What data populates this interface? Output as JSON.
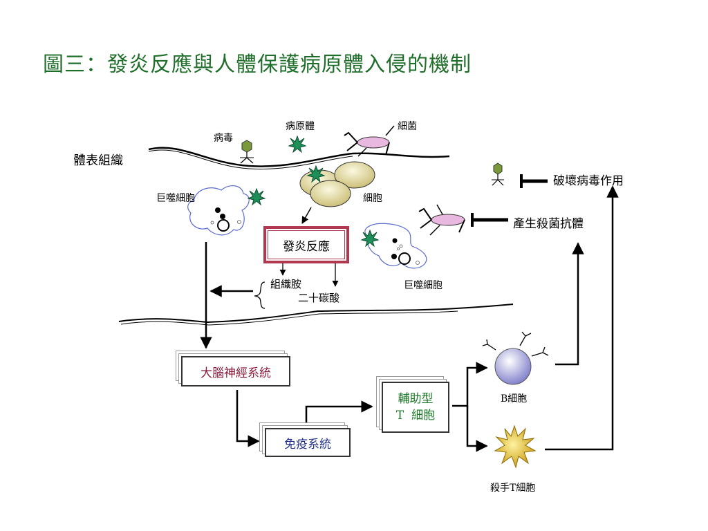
{
  "title": "圖三：發炎反應與人體保護病原體入侵的機制",
  "labels": {
    "body_tissue": "體表組織",
    "virus": "病毒",
    "pathogen": "病原體",
    "bacteria": "細菌",
    "cells": "細胞",
    "macrophage_left": "巨噬細胞",
    "macrophage_right": "巨噬細胞",
    "inflammation": "發炎反應",
    "histamine": "組織胺",
    "eicosanoid": "二十碳酸",
    "brain_nervous_system": "大腦神經系統",
    "immune_system": "免疫系統",
    "helper_t_line1": "輔助型",
    "helper_t_line2": "T  細胞",
    "b_cell": "B細胞",
    "killer_t_cell": "殺手T細胞",
    "destroy_virus": "破壞病毒作用",
    "produce_antibody": "產生殺菌抗體"
  },
  "colors": {
    "title": "#1f6e2a",
    "inflammation_border": "#b0384f",
    "brain_text": "#8b1a3a",
    "immune_text": "#1f2f8a",
    "helper_t_text": "#1e7a2a",
    "pathogen_star": "#1f8f5a",
    "cell_fill": "#e8e0b0",
    "bacteria_fill": "#e8b8e0",
    "b_cell_fill": "#b8b8e8",
    "killer_fill": "#e0c020",
    "macrophage_outline": "#5a6ad0",
    "virus_head": "#7a9a3a"
  }
}
